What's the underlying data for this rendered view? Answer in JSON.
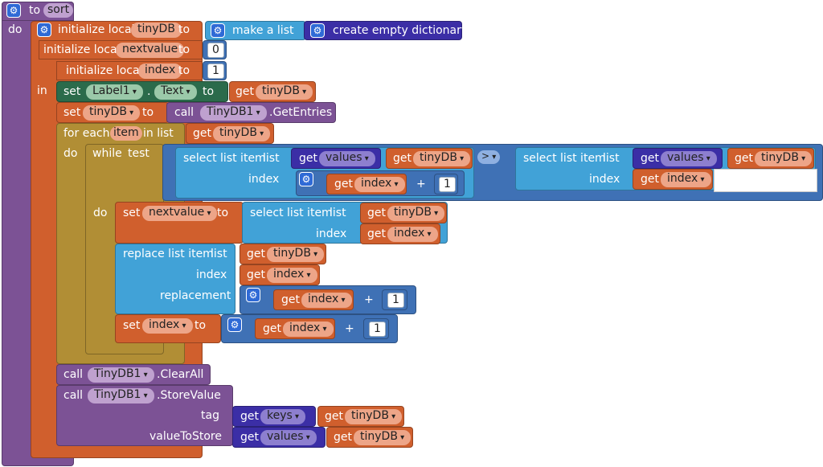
{
  "procedure": {
    "keyword_to": "to",
    "name": "sort",
    "keyword_do": "do"
  },
  "init": {
    "label": "initialize local",
    "to": "to",
    "vars": [
      "tinyDB",
      "nextvalue",
      "index"
    ],
    "make_list": "make a list",
    "create_dict": "create empty dictionary",
    "nextvalue_init": "0",
    "index_init": "1",
    "in": "in"
  },
  "set_label": {
    "set": "set",
    "component": "Label1",
    "dot": ".",
    "property": "Text",
    "to": "to",
    "get": "get",
    "var": "tinyDB"
  },
  "set_tinydb": {
    "set": "set",
    "var": "tinyDB",
    "to": "to",
    "call": "call",
    "component": "TinyDB1",
    "method": ".GetEntries"
  },
  "foreach": {
    "label": "for each",
    "item": "item",
    "in_list": "in list",
    "get": "get",
    "var": "tinyDB",
    "do": "do"
  },
  "while": {
    "label": "while",
    "test": "test",
    "select_list_item": "select list item",
    "list": "list",
    "index": "index",
    "get": "get",
    "values": "values",
    "tinydb": "tinyDB",
    "index_var": "index",
    "plus": "+",
    "one": "1",
    "op": ">"
  },
  "inner": {
    "do": "do",
    "set": "set",
    "nextvalue": "nextvalue",
    "to": "to",
    "select_list_item": "select list item",
    "list": "list",
    "index": "index",
    "get": "get",
    "tinydb": "tinyDB",
    "index_var": "index",
    "replace": "replace list item",
    "replacement": "replacement",
    "plus": "+",
    "one": "1"
  },
  "clearall": {
    "call": "call",
    "component": "TinyDB1",
    "method": ".ClearAll"
  },
  "storevalue": {
    "call": "call",
    "component": "TinyDB1",
    "method": ".StoreValue",
    "tag": "tag",
    "value_to_store": "valueToStore",
    "get": "get",
    "keys": "keys",
    "values": "values",
    "tinydb": "tinyDB"
  },
  "colors": {
    "procedure": "#7c5295",
    "variable": "#d05f2d",
    "control": "#b18e35",
    "list": "#41a2d7",
    "dictionary": "#3b2ea6",
    "math": "#3f71b5",
    "component": "#2b6b4b"
  },
  "icons": {
    "mutator": "gear-icon",
    "dropdown": "chevron-down-icon"
  }
}
